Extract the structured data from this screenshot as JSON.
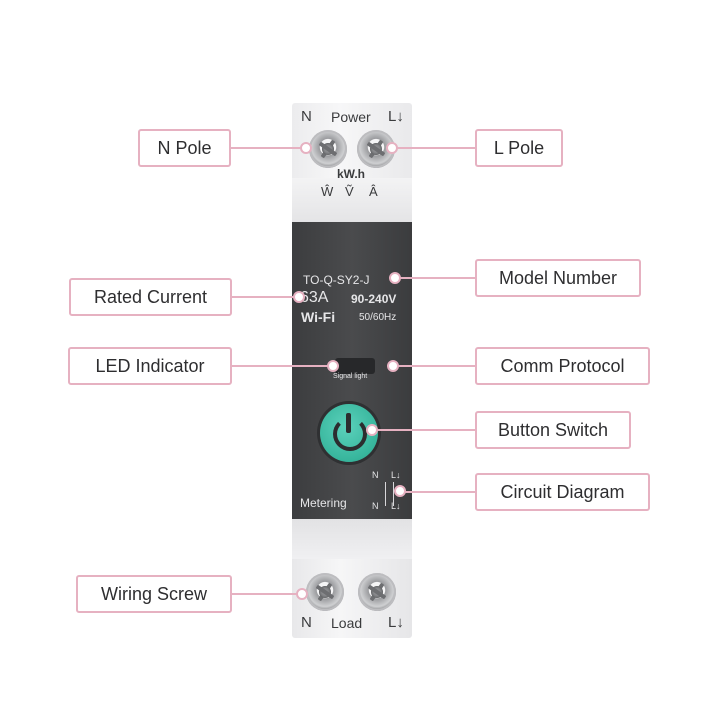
{
  "device": {
    "top_terminal": {
      "left": "N",
      "center": "Power",
      "right": "L↓"
    },
    "meter_unit": "kW.h",
    "meter_symbols": [
      "Ŵ",
      "Ṽ",
      "Â"
    ],
    "model_code": "TO-Q-SY2-J",
    "rated_current": "63A",
    "voltage": "90-240V",
    "connectivity": "Wi-Fi",
    "frequency": "50/60Hz",
    "led_caption": "Signal light",
    "metering_label": "Metering",
    "diagram_terminals": {
      "top_left": "N",
      "top_right": "L↓",
      "bottom_left": "N",
      "bottom_right": "L↓"
    },
    "bottom_terminal": {
      "left": "N",
      "center": "Load",
      "right": "L↓"
    }
  },
  "callouts": {
    "n_pole": "N Pole",
    "l_pole": "L Pole",
    "model_number": "Model Number",
    "rated_current": "Rated Current",
    "led_indicator": "LED Indicator",
    "comm_protocol": "Comm Protocol",
    "button_switch": "Button Switch",
    "circuit_diagram": "Circuit Diagram",
    "wiring_screw": "Wiring Screw"
  },
  "colors": {
    "callout_border": "#e6b1c1",
    "device_body": "#444547",
    "device_housing": "#f0f0f2",
    "button": "#3fbfa6"
  }
}
